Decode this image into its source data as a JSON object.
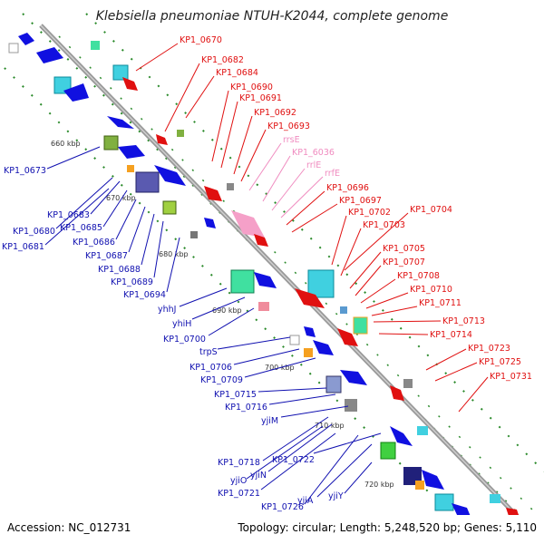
{
  "title": "Klebsiella pneumoniae NTUH-K2044, complete genome",
  "accession": "Accession: NC_012731",
  "summary": "Topology: circular; Length: 5,248,520 bp; Genes: 5,110",
  "colors": {
    "forward_gene": "#e01010",
    "reverse_gene": "#1010e0",
    "rna": "#f5a0c8",
    "backbone": "#999999"
  },
  "kbp_marks": [
    {
      "label": "660 kbp"
    },
    {
      "label": "670 kbp"
    },
    {
      "label": "680 kbp"
    },
    {
      "label": "690 kbp"
    },
    {
      "label": "700 kbp"
    },
    {
      "label": "710 kbp"
    },
    {
      "label": "720 kbp"
    }
  ],
  "labels_right": [
    {
      "text": "KP1_0670",
      "color": "red"
    },
    {
      "text": "KP1_0682",
      "color": "red"
    },
    {
      "text": "KP1_0684",
      "color": "red"
    },
    {
      "text": "KP1_0690",
      "color": "red"
    },
    {
      "text": "KP1_0691",
      "color": "red"
    },
    {
      "text": "KP1_0692",
      "color": "red"
    },
    {
      "text": "KP1_0693",
      "color": "red"
    },
    {
      "text": "rrsE",
      "color": "pink"
    },
    {
      "text": "KP1_6036",
      "color": "pink"
    },
    {
      "text": "rrlE",
      "color": "pink"
    },
    {
      "text": "rrfE",
      "color": "pink"
    },
    {
      "text": "KP1_0696",
      "color": "red"
    },
    {
      "text": "KP1_0697",
      "color": "red"
    },
    {
      "text": "KP1_0702",
      "color": "red"
    },
    {
      "text": "KP1_0704",
      "color": "red"
    },
    {
      "text": "KP1_0703",
      "color": "red"
    },
    {
      "text": "KP1_0705",
      "color": "red"
    },
    {
      "text": "KP1_0707",
      "color": "red"
    },
    {
      "text": "KP1_0708",
      "color": "red"
    },
    {
      "text": "KP1_0710",
      "color": "red"
    },
    {
      "text": "KP1_0711",
      "color": "red"
    },
    {
      "text": "KP1_0713",
      "color": "red"
    },
    {
      "text": "KP1_0714",
      "color": "red"
    },
    {
      "text": "KP1_0723",
      "color": "red"
    },
    {
      "text": "KP1_0725",
      "color": "red"
    },
    {
      "text": "KP1_0731",
      "color": "red"
    }
  ],
  "labels_left": [
    {
      "text": "KP1_0673"
    },
    {
      "text": "KP1_0683"
    },
    {
      "text": "KP1_0680"
    },
    {
      "text": "KP1_0685"
    },
    {
      "text": "KP1_0681"
    },
    {
      "text": "KP1_0686"
    },
    {
      "text": "KP1_0687"
    },
    {
      "text": "KP1_0688"
    },
    {
      "text": "KP1_0689"
    },
    {
      "text": "KP1_0694"
    },
    {
      "text": "yhhJ"
    },
    {
      "text": "yhiH"
    },
    {
      "text": "KP1_0700"
    },
    {
      "text": "trpS"
    },
    {
      "text": "KP1_0706"
    },
    {
      "text": "KP1_0709"
    },
    {
      "text": "KP1_0715"
    },
    {
      "text": "KP1_0716"
    },
    {
      "text": "yjiM"
    },
    {
      "text": "KP1_0718"
    },
    {
      "text": "KP1_0722"
    },
    {
      "text": "yjiN"
    },
    {
      "text": "yjiO"
    },
    {
      "text": "KP1_0721"
    },
    {
      "text": "KP1_0726"
    },
    {
      "text": "yjiA"
    },
    {
      "text": "yjiY"
    }
  ]
}
